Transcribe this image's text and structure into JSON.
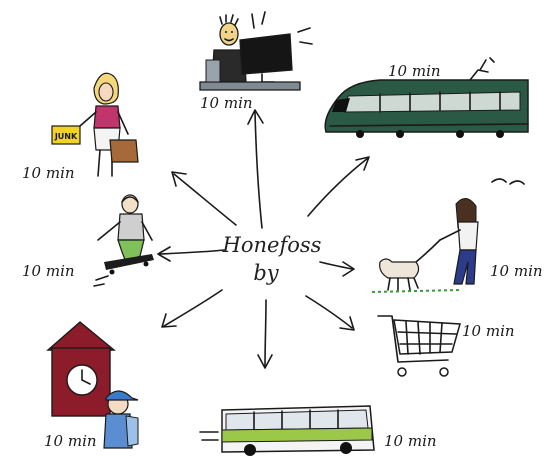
{
  "center_label": {
    "line1": "Honefoss",
    "line2": "by"
  },
  "time_labels": {
    "office": "10 min",
    "train": "10 min",
    "shopping": "10 min",
    "skater": "10 min",
    "dog_walk": "10 min",
    "cart": "10 min",
    "school": "10 min",
    "bus": "10 min"
  },
  "bag_text": "JUNK",
  "colors": {
    "train_body": "#2a5a46",
    "bus_stripe": "#9cc84a",
    "school_red": "#8c1c2a",
    "skater_green": "#7fc05a",
    "woman_dress": "#c0356b",
    "dog_walker_pants": "#2c3c8a",
    "grass": "#3a9a3a"
  }
}
